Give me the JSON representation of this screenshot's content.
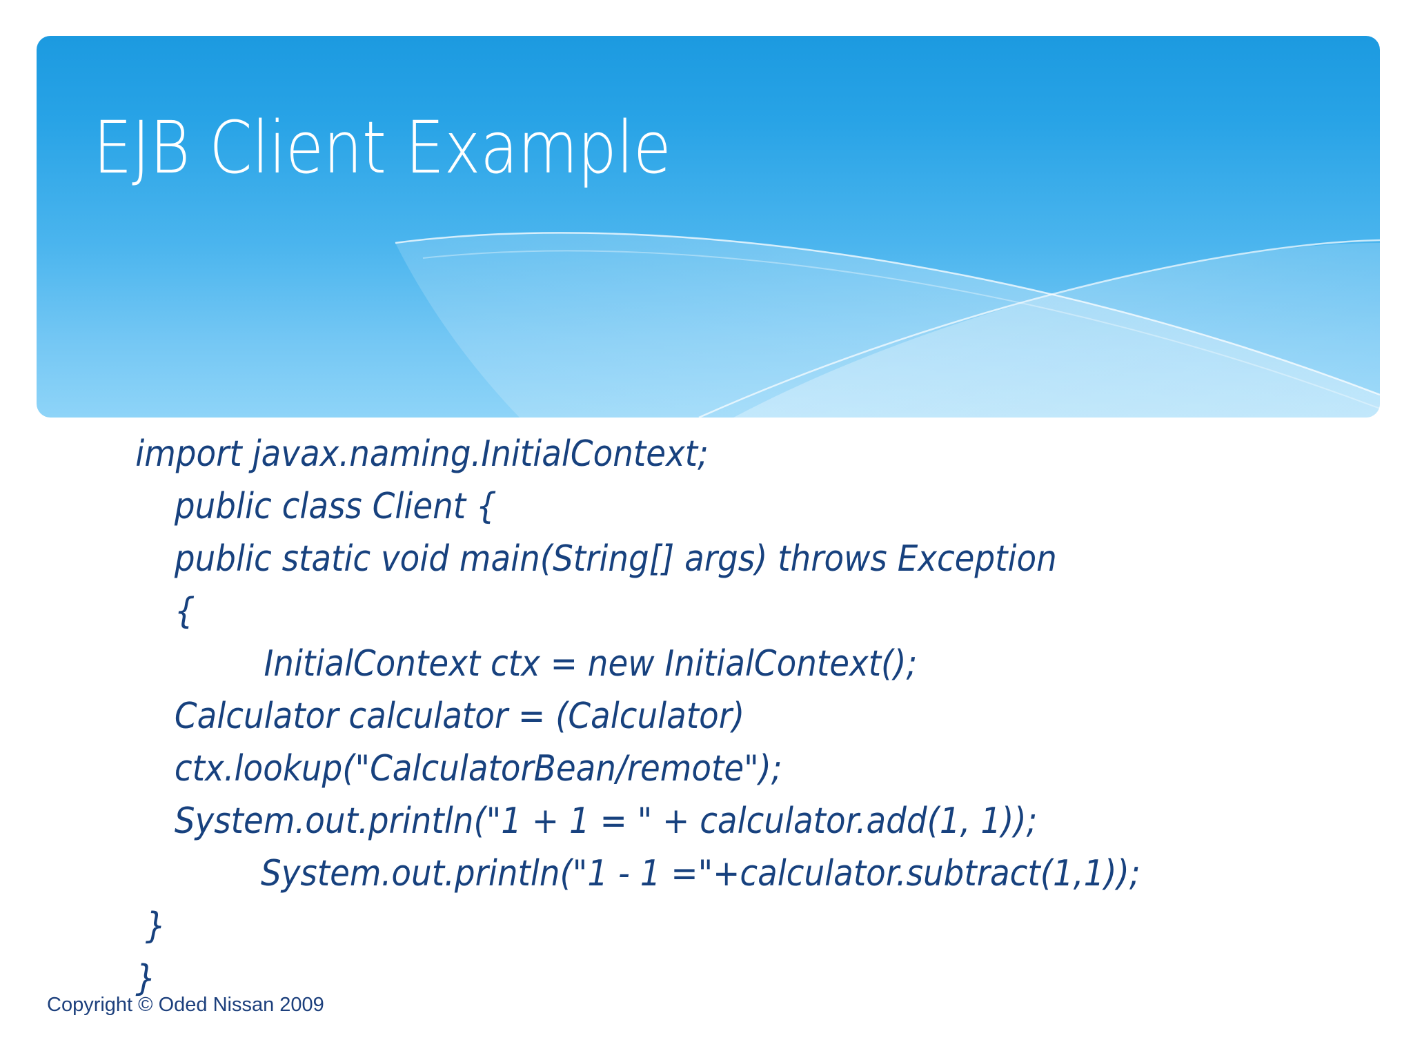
{
  "slide": {
    "title": "EJB Client Example",
    "banner_gradient_top": "#1c9ae0",
    "banner_gradient_bottom": "#8ed4f8",
    "body_text_color": "#17417e",
    "footer_text_color": "#1c3f7c",
    "background_color": "#ffffff"
  },
  "code": {
    "lines": [
      {
        "text": "import javax.naming.InitialContext;",
        "indent": "i0"
      },
      {
        "text": "public class Client {",
        "indent": "i1"
      },
      {
        "text": "public static void main(String[] args) throws Exception",
        "indent": "i1"
      },
      {
        "text": "{",
        "indent": "i1"
      },
      {
        "text": "InitialContext ctx = new InitialContext();",
        "indent": "i2"
      },
      {
        "text": "Calculator calculator = (Calculator)",
        "indent": "i1"
      },
      {
        "text": "ctx.lookup(\"CalculatorBean/remote\");",
        "indent": "i1"
      },
      {
        "text": "System.out.println(\"1 + 1 = \" + calculator.add(1, 1));",
        "indent": "i1"
      },
      {
        "text": "System.out.println(\"1 - 1 =\"+calculator.subtract(1,1));",
        "indent": "i3"
      },
      {
        "text": "}",
        "indent": "ib1"
      },
      {
        "text": "}",
        "indent": "ib0"
      }
    ]
  },
  "footer": {
    "copyright": "Copyright © Oded Nissan 2009"
  }
}
